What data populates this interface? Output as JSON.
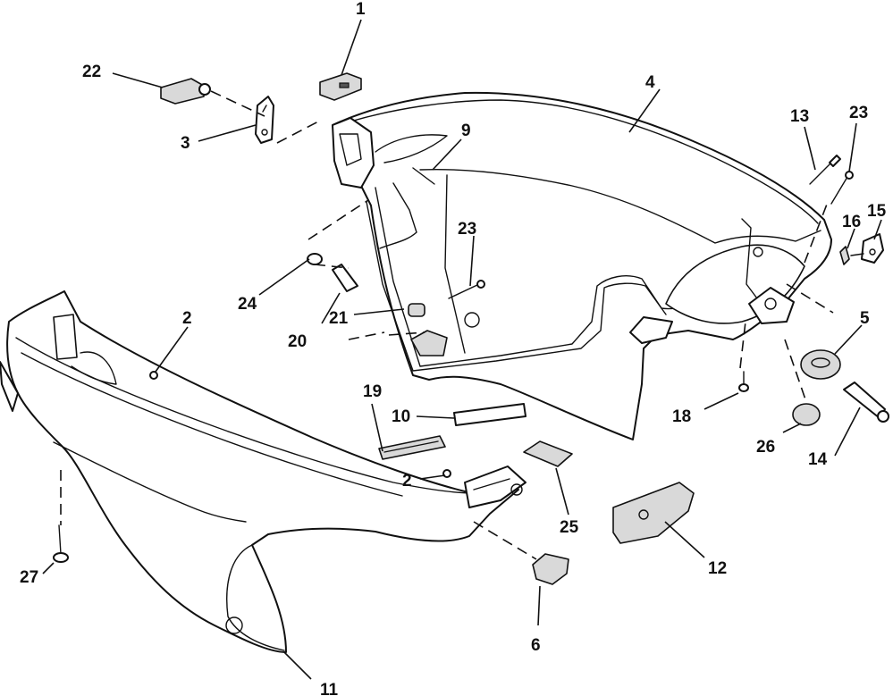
{
  "callouts": {
    "c1": "1",
    "c2a": "2",
    "c2b": "2",
    "c3": "3",
    "c4": "4",
    "c5": "5",
    "c6": "6",
    "c9": "9",
    "c10": "10",
    "c11": "11",
    "c12": "12",
    "c13": "13",
    "c14": "14",
    "c15": "15",
    "c16": "16",
    "c18": "18",
    "c19": "19",
    "c20": "20",
    "c21": "21",
    "c22": "22",
    "c23a": "23",
    "c23b": "23",
    "c24": "24",
    "c25": "25",
    "c26": "26",
    "c27": "27"
  }
}
